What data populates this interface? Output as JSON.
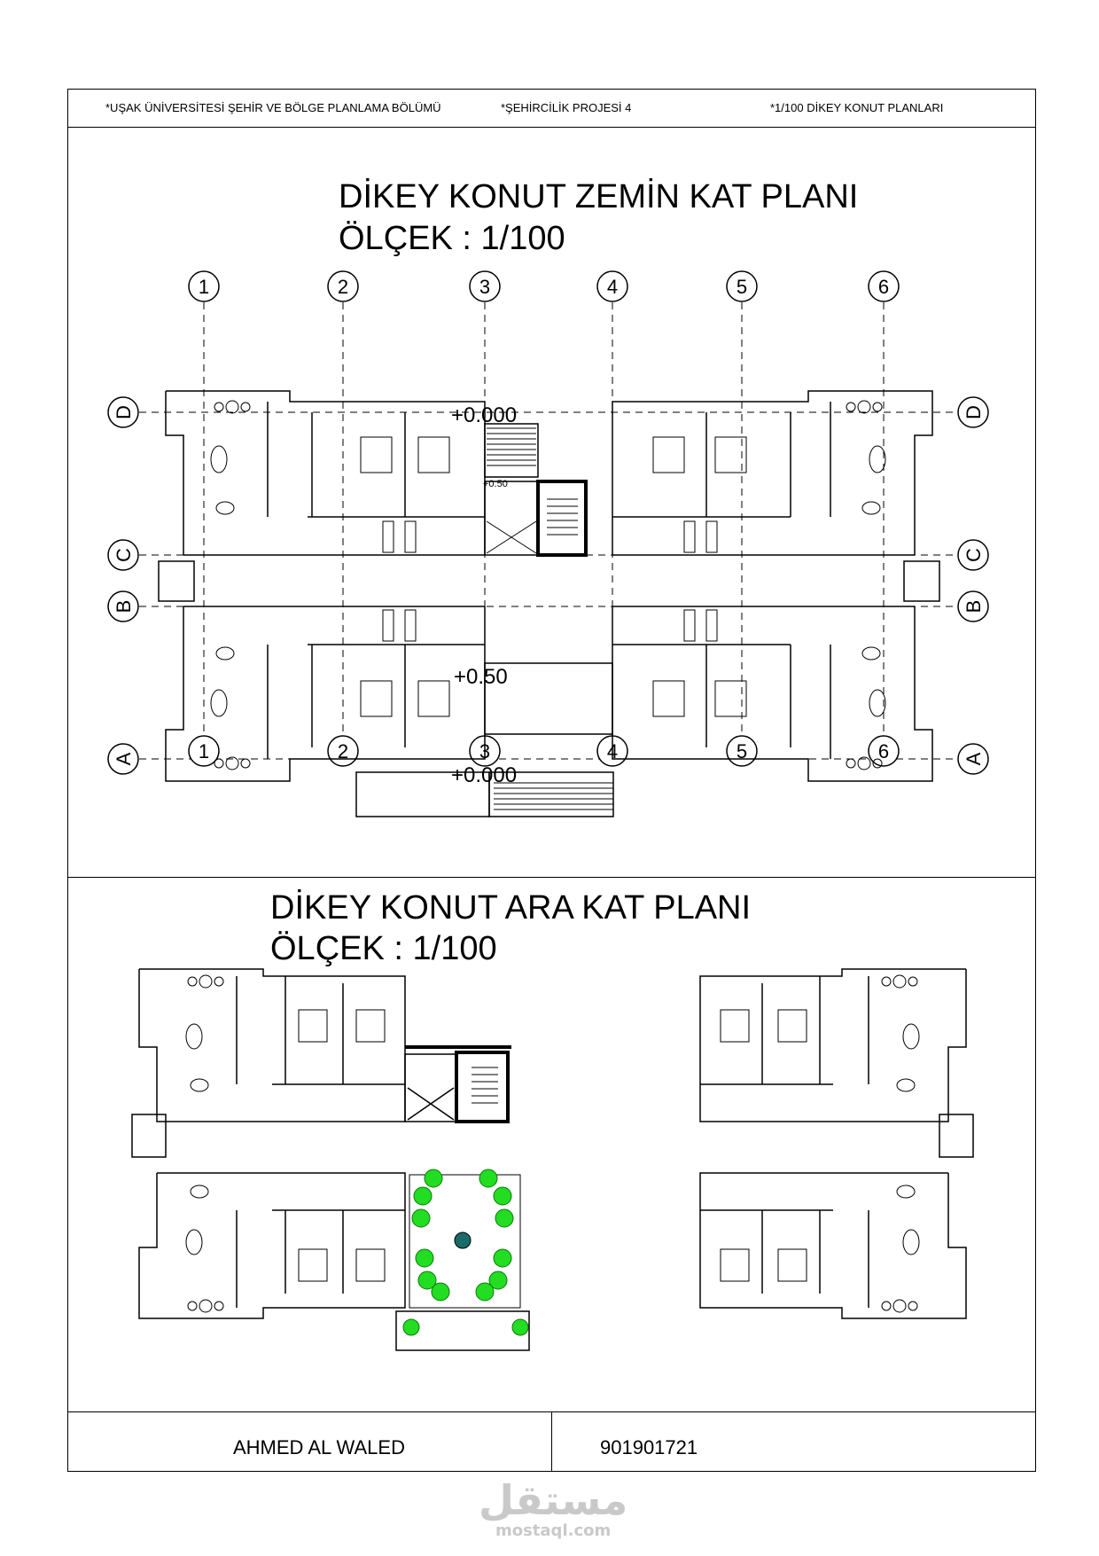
{
  "header": {
    "university": "*UŞAK ÜNİVERSİTESİ ŞEHİR VE BÖLGE PLANLAMA BÖLÜMÜ",
    "project": "*ŞEHİRCİLİK PROJESİ 4",
    "sheet": "*1/100 DİKEY KONUT  PLANLARI"
  },
  "ground_plan": {
    "title": "DİKEY KONUT  ZEMİN KAT PLANI",
    "scale": "ÖLÇEK : 1/100",
    "grid_numbers": [
      "1",
      "2",
      "3",
      "4",
      "5",
      "6"
    ],
    "grid_letters": [
      "D",
      "C",
      "B",
      "A"
    ],
    "levels": {
      "top": "+0.000",
      "stair": "+0.50",
      "lobby": "+0.50",
      "bottom": "+0.000"
    }
  },
  "typical_plan": {
    "title": "DİKEY KONUT  ARA KAT PLANI",
    "scale": "ÖLÇEK : 1/100"
  },
  "footer": {
    "author": "AHMED AL WALED",
    "student_no": "901901721"
  },
  "watermark": {
    "arabic": "مستقل",
    "latin": "mostaql.com"
  },
  "colors": {
    "line": "#000000",
    "garden": "#22dd22",
    "watermark": "#c9c9c9"
  }
}
